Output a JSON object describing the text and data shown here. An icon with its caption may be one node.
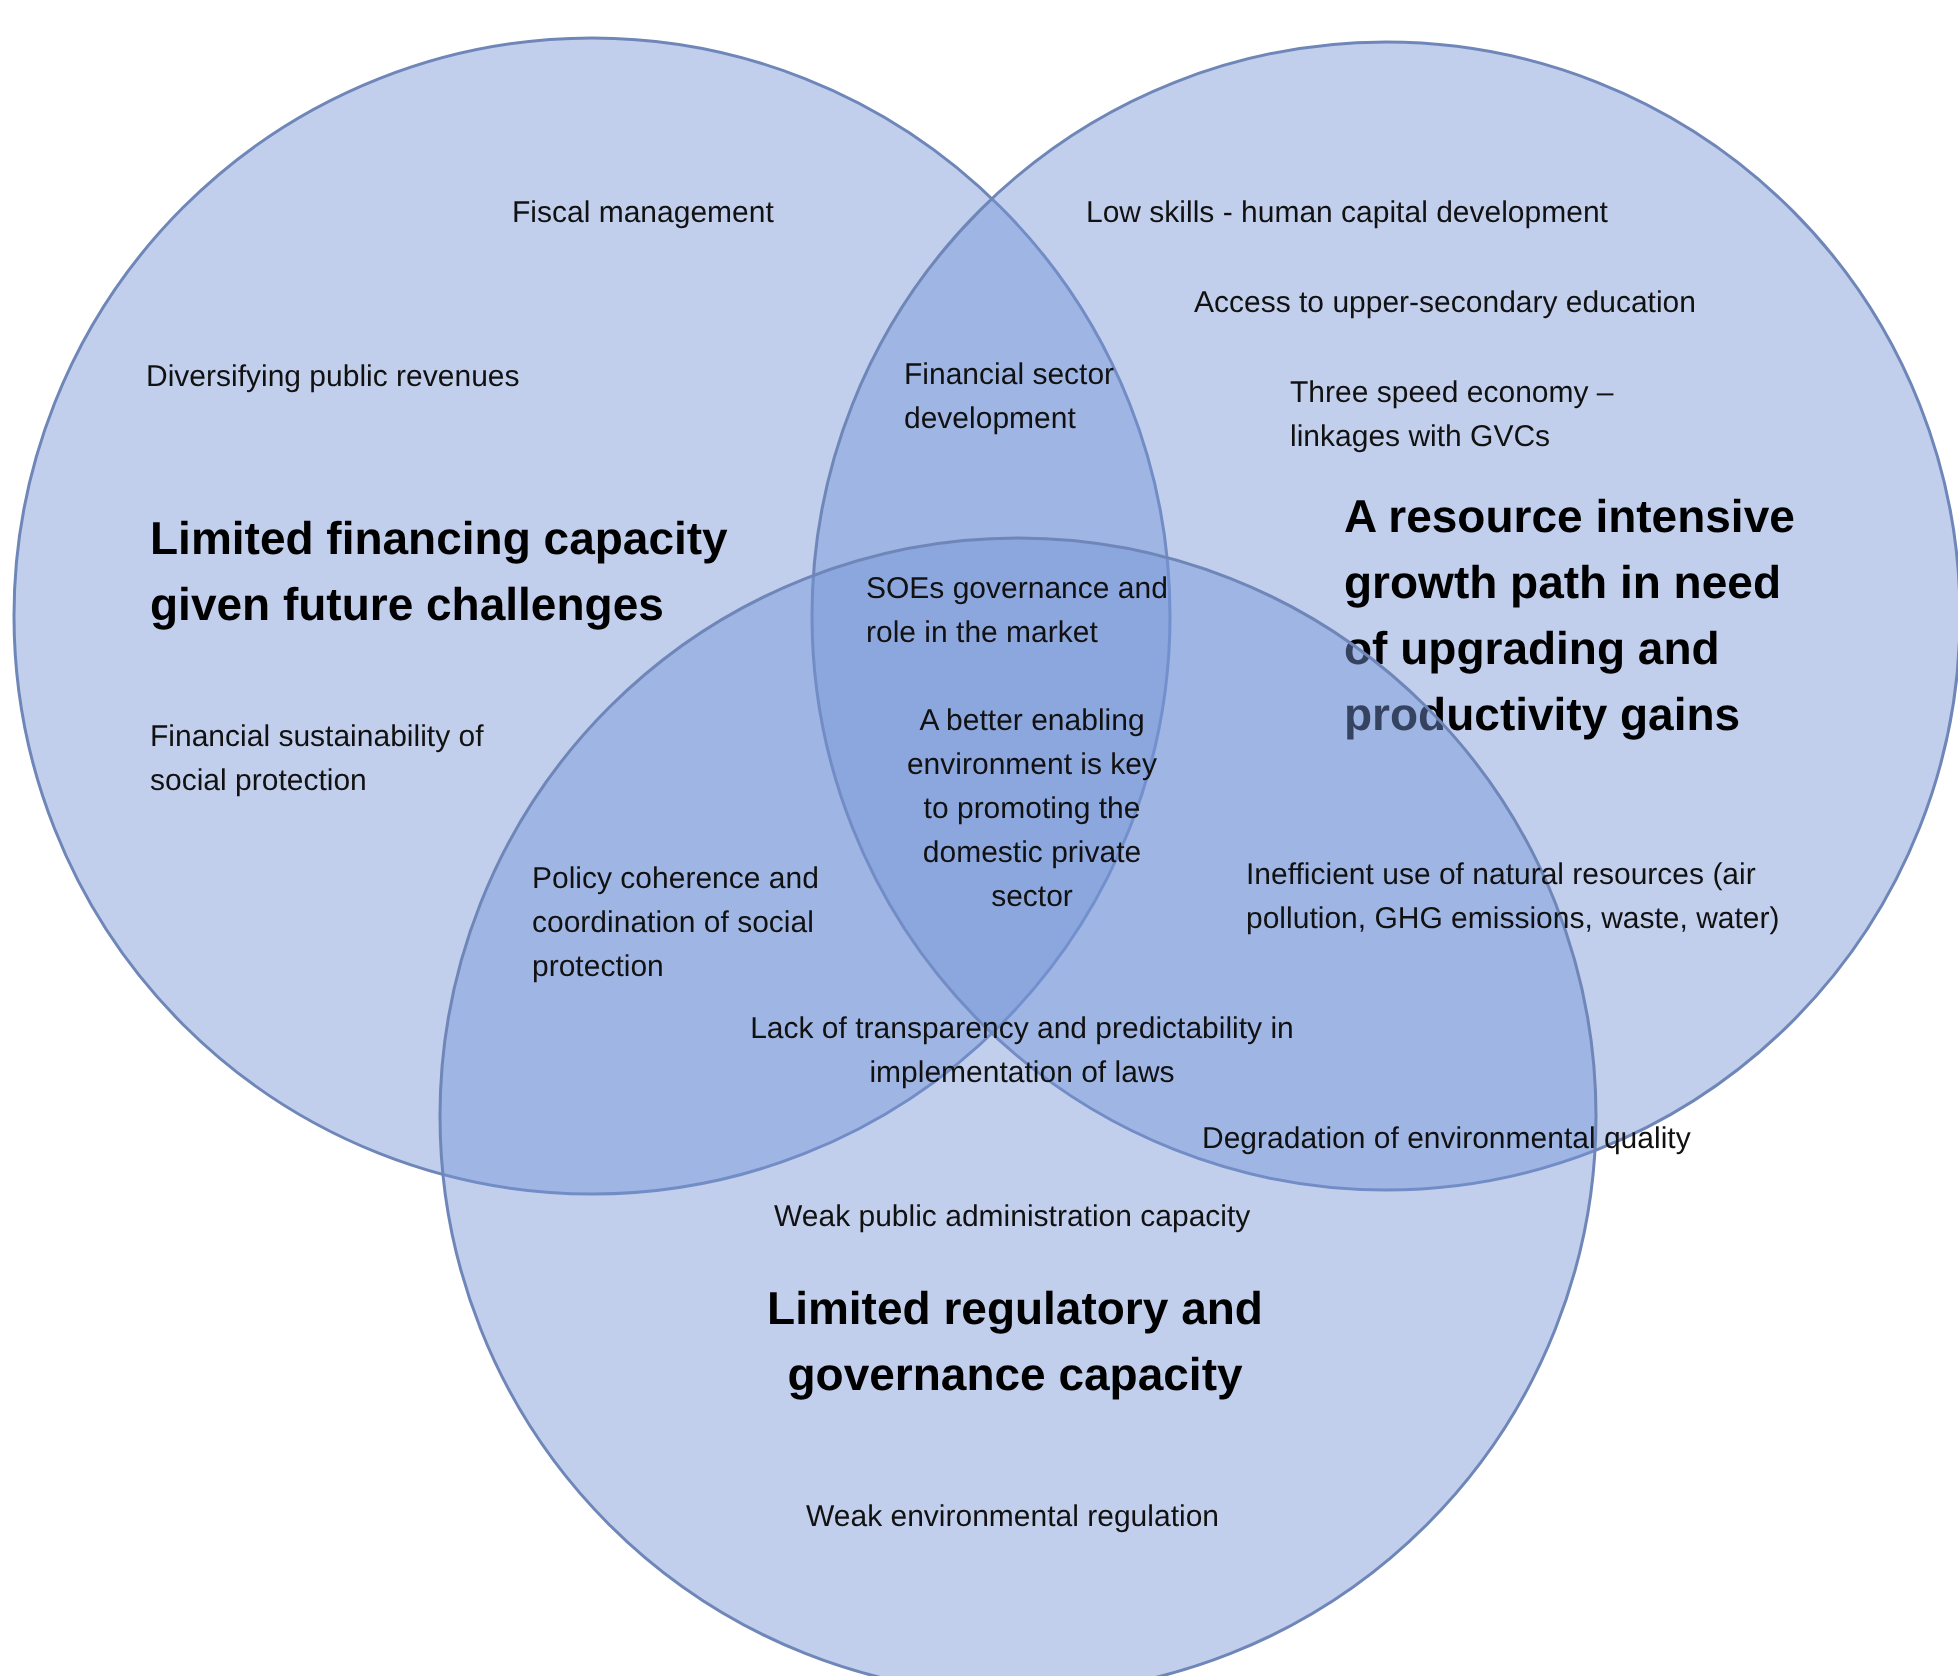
{
  "diagram": {
    "nodes": [
      {
        "text": [
          "Limited financing capacity given future challenges"
        ]
      },
      {
        "text": [
          "A resource intensive growth path in need of upgrading and productivity gains"
        ]
      },
      {
        "text": [
          "Limited regulatory and governance capacity"
        ]
      }
    ],
    "edges": [],
    "labels": [
      "Fiscal management",
      "Low skills - human capital development",
      "Access to upper-secondary education",
      "Diversifying public revenues",
      "Financial sector development",
      "Three speed economy – linkages with GVCs",
      "SOEs governance and role in the market",
      "Financial sustainability of social protection",
      "A better enabling environment is key to promoting the domestic private sector",
      "Policy coherence and coordination of social protection",
      "Inefficient use of natural resources (air pollution, GHG emissions, waste, water)",
      "Lack of transparency and predictability in implementation of laws",
      "Degradation of environmental quality",
      "Weak public administration capacity",
      "Weak environmental regulation"
    ]
  }
}
